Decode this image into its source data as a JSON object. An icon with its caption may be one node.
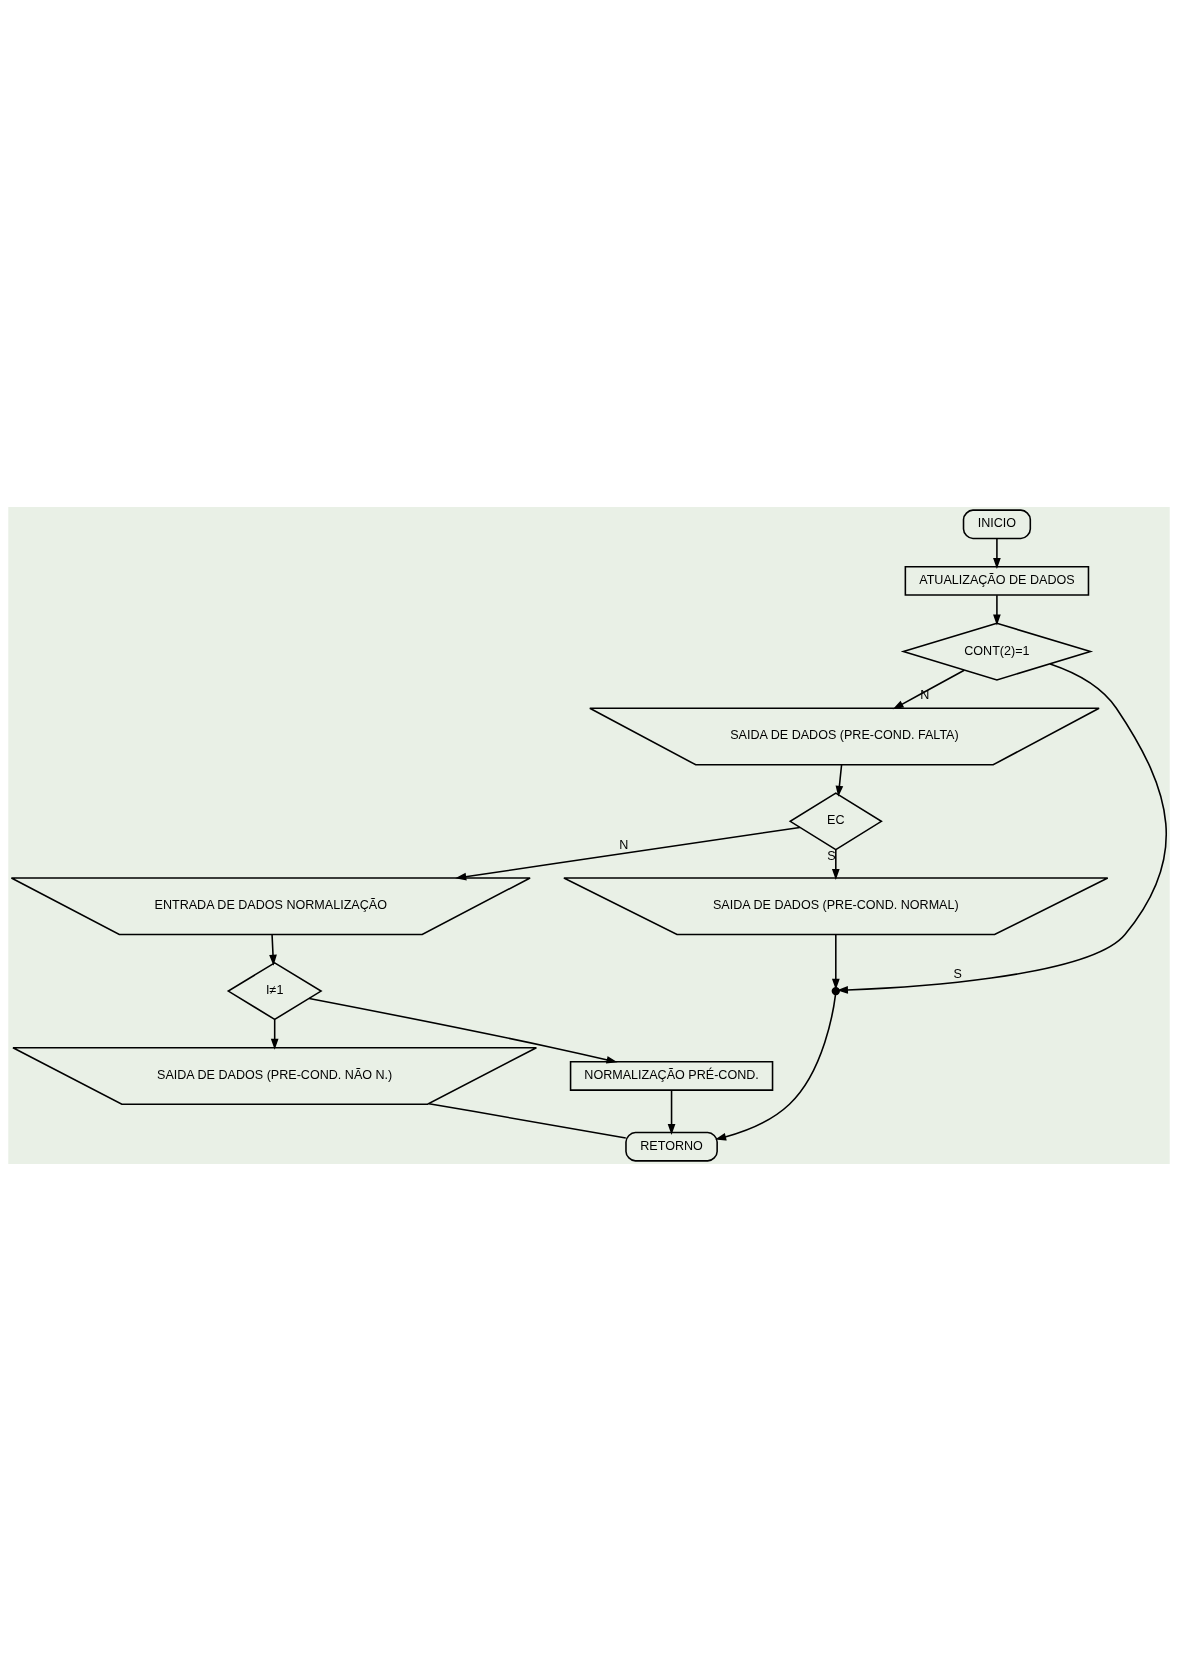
{
  "diagram": {
    "nodes": [
      {
        "text": [
          "INICIO"
        ]
      },
      {
        "text": [
          "ATUALIZAÇÃO DE DADOS"
        ]
      },
      {
        "text": [
          "CONT(2)=1"
        ]
      },
      {
        "text": [
          "SAIDA DE DADOS (PRE-COND. FALTA)"
        ]
      },
      {
        "text": [
          "EC"
        ]
      },
      {
        "text": [
          "ENTRADA DE DADOS NORMALIZAÇÃO"
        ]
      },
      {
        "text": [
          "SAIDA DE DADOS (PRE-COND. NORMAL)"
        ]
      },
      {
        "text": [
          "I≠1"
        ]
      },
      {
        "text": [
          "SAIDA DE DADOS (PRE-COND. NÃO N.)"
        ]
      },
      {
        "text": [
          "NORMALIZAÇÃO PRÉ-COND."
        ]
      },
      {
        "text": [],
        "shape": "circle"
      },
      {
        "text": [
          "RETORNO"
        ]
      }
    ],
    "edges": [
      {
        "from": 0,
        "to": 1,
        "arrow": "to"
      },
      {
        "from": 1,
        "to": 2,
        "arrow": "to"
      },
      {
        "from": 2,
        "to": 10,
        "arrow": "to",
        "label": "S"
      },
      {
        "from": 2,
        "to": 3,
        "arrow": "to",
        "label": "N"
      },
      {
        "from": 3,
        "to": 4,
        "arrow": "to"
      },
      {
        "from": 4,
        "to": 6,
        "arrow": "to",
        "label": "S"
      },
      {
        "from": 4,
        "to": 5,
        "arrow": "to",
        "label": "N"
      },
      {
        "from": 6,
        "to": 10,
        "arrow": "to"
      },
      {
        "from": 5,
        "to": 7,
        "arrow": "to"
      },
      {
        "from": 7,
        "to": 8,
        "arrow": "to"
      },
      {
        "from": 7,
        "to": 9,
        "arrow": "to"
      },
      {
        "from": 9,
        "to": 11,
        "arrow": "to"
      },
      {
        "from": 8,
        "to": 11,
        "arrow": "none"
      },
      {
        "from": 10,
        "to": 11,
        "arrow": "to"
      }
    ]
  }
}
